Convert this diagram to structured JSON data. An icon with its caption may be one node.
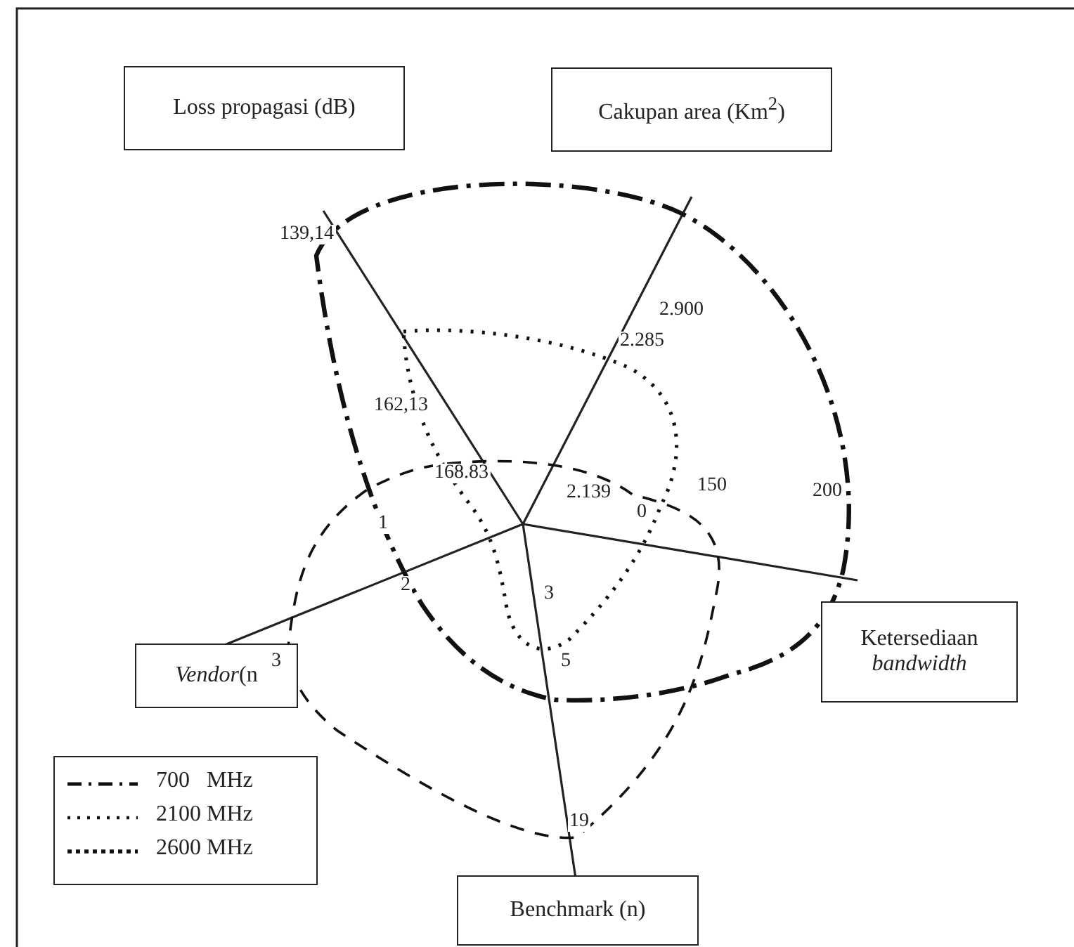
{
  "diagram": {
    "nodes": [
      {
        "text": [
          "Loss propagasi (dB)"
        ]
      },
      {
        "text": [
          "Cakupan area (Km$^{2}$)"
        ]
      },
      {
        "text": [
          "Ketersediaan *bandwidth*"
        ]
      },
      {
        "text": [
          "Benchmark (n)"
        ]
      },
      {
        "text": [
          "*Vendor*(n"
        ]
      }
    ],
    "edges": [],
    "labels": [
      "139,14",
      "162,13",
      "2.900",
      "2.285",
      "168.83",
      "2.139",
      "1",
      "0",
      "150",
      "200",
      "3",
      "2",
      "3",
      "5",
      "19"
    ],
    "legend": [
      {
        "text": "700   MHz"
      },
      {
        "text": "2100 MHz"
      },
      {
        "text": "2600 MHz"
      }
    ]
  }
}
